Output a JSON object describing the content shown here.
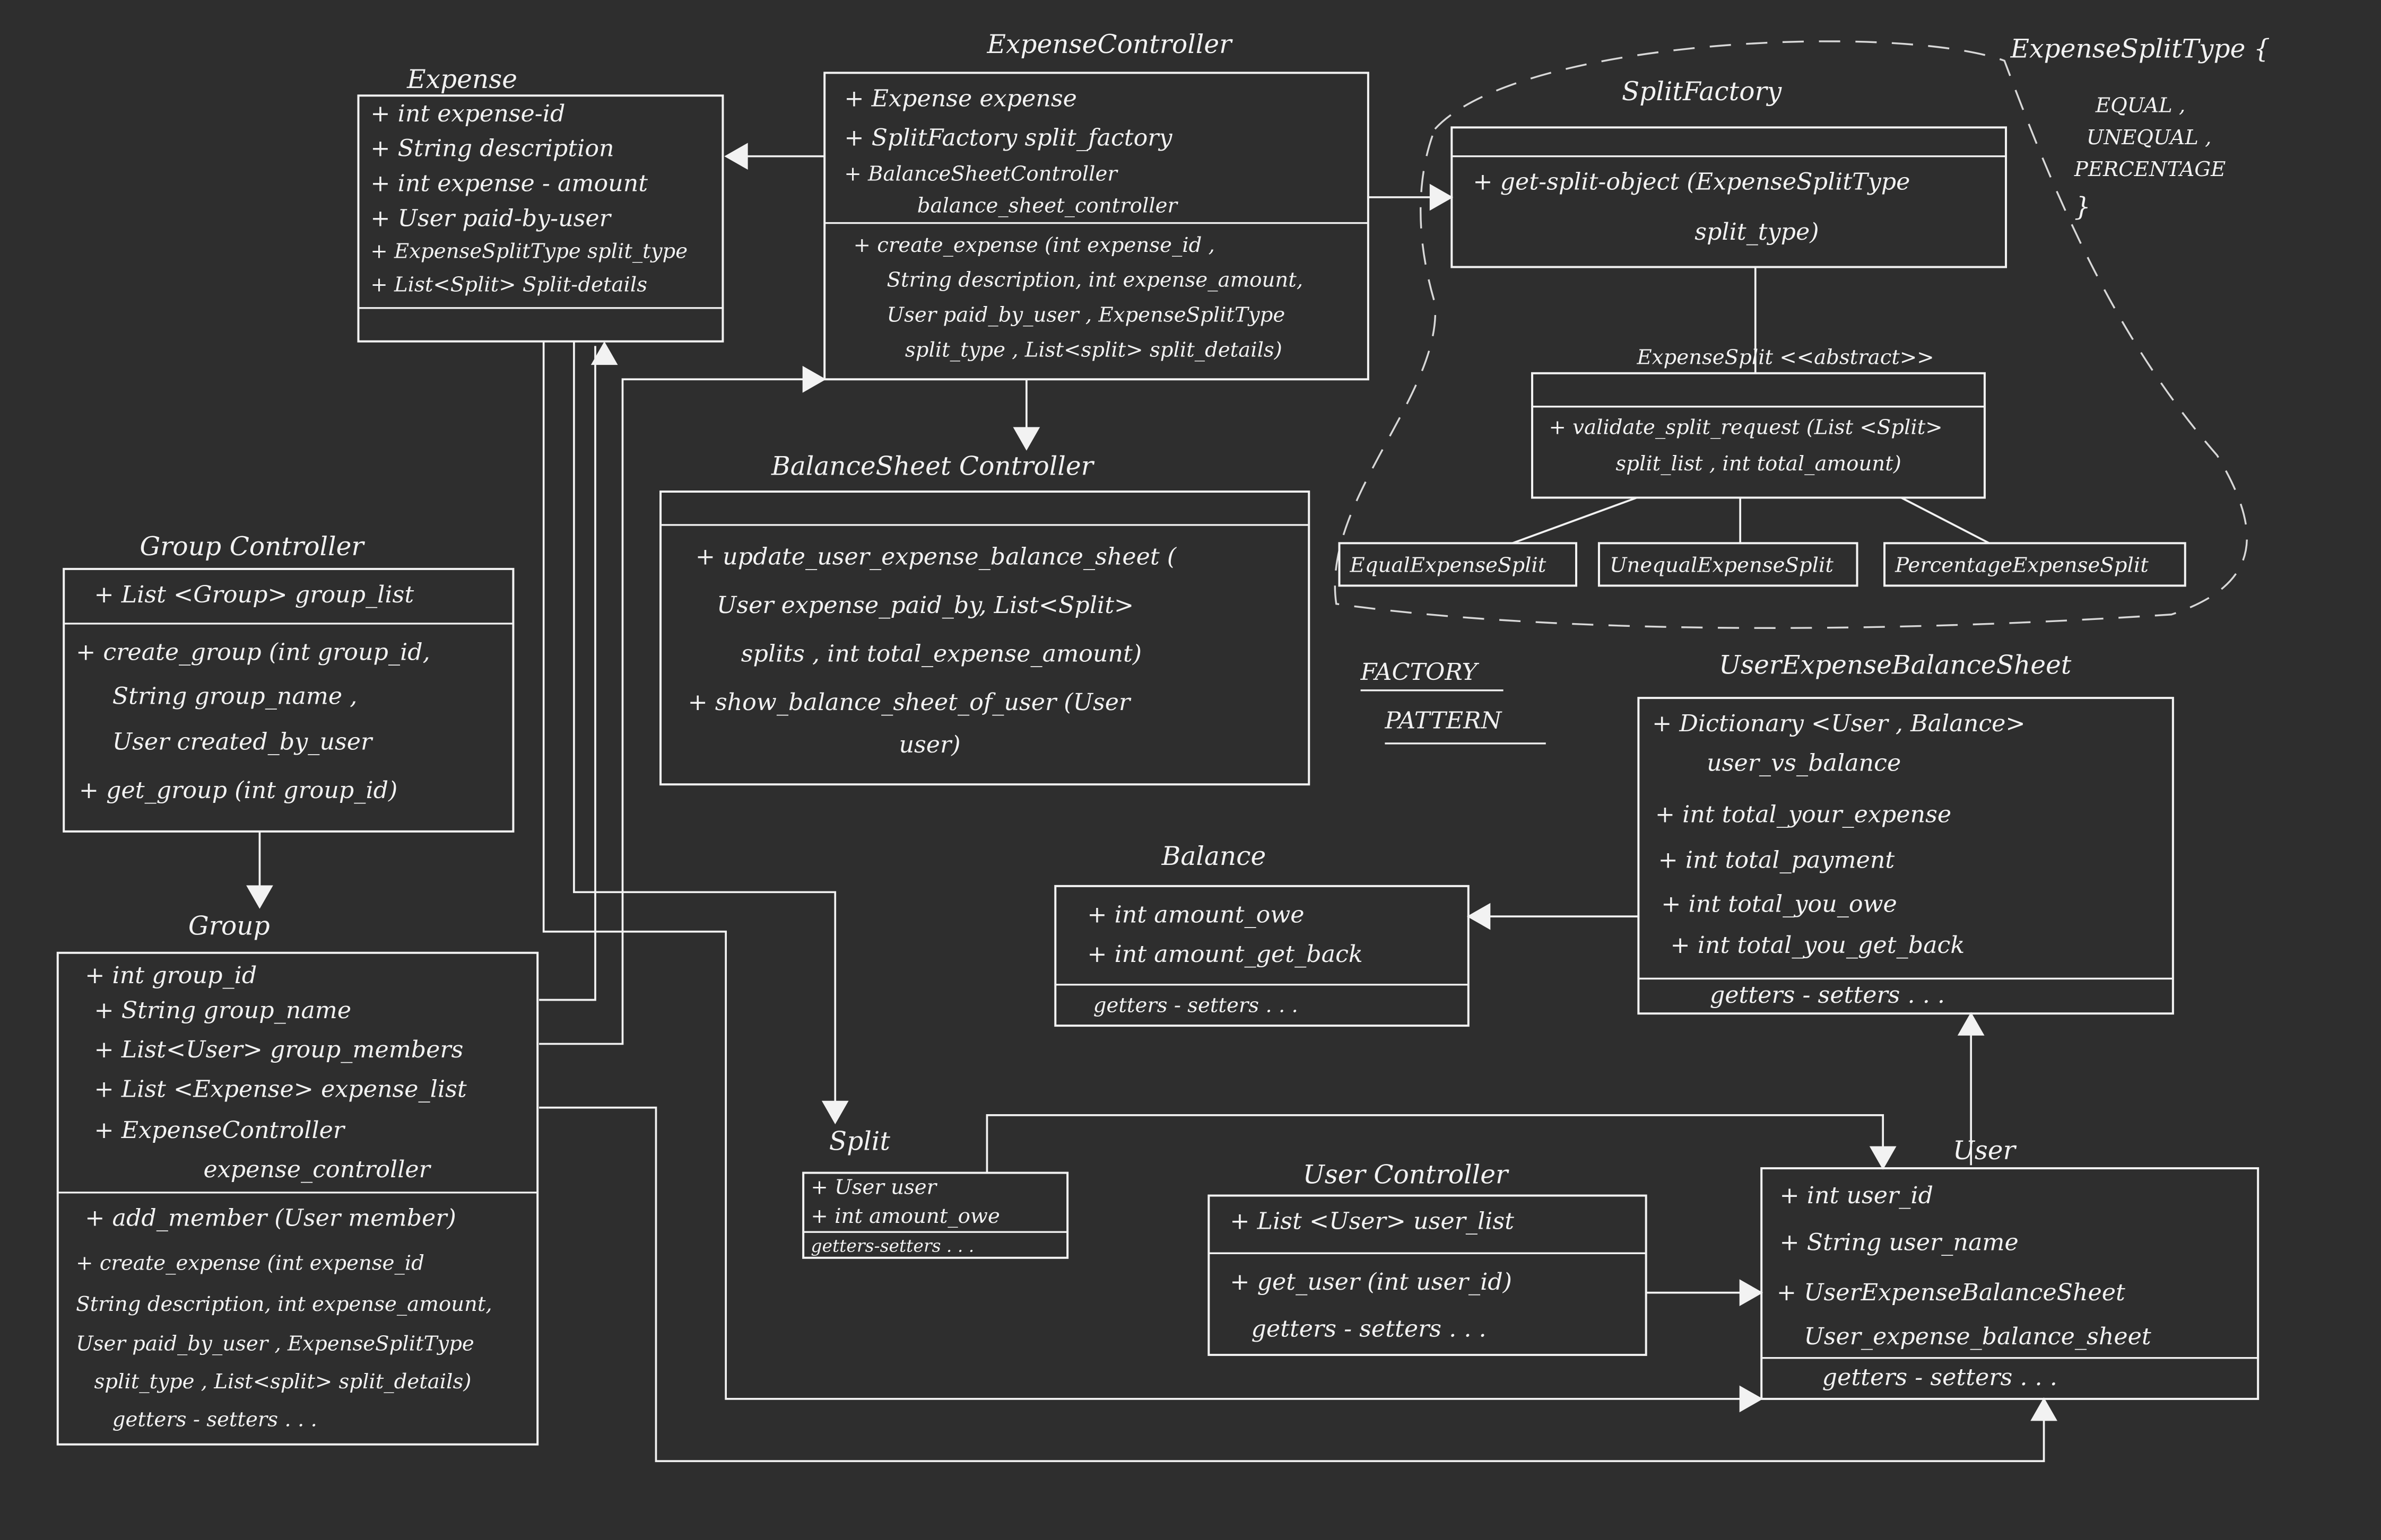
{
  "classes": {
    "expense": {
      "title": "Expense",
      "attributes": [
        "+ int expense-id",
        "+ String description",
        "+ int expense - amount",
        "+ User paid-by-user",
        "+ ExpenseSplitType split_type",
        "+ List<Split> Split-details"
      ],
      "methods": []
    },
    "expense_controller": {
      "title": "ExpenseController",
      "attributes": [
        "+ Expense expense",
        "+ SplitFactory split_factory",
        "+ BalanceSheetController",
        "balance_sheet_controller"
      ],
      "methods": [
        "+ create_expense (int expense_id ,",
        "String description, int expense_amount,",
        "User paid_by_user , ExpenseSplitType",
        "split_type , List<split> split_details)"
      ]
    },
    "split_factory": {
      "title": "SplitFactory",
      "attributes": [],
      "methods": [
        "+ get-split-object (ExpenseSplitType",
        "split_type)"
      ]
    },
    "expense_split_type": {
      "title": "ExpenseSplitType {",
      "values": [
        "EQUAL ,",
        "UNEQUAL ,",
        "PERCENTAGE"
      ],
      "close": "}"
    },
    "expense_split": {
      "title": "ExpenseSplit <<abstract>>",
      "methods": [
        "+ validate_split_request (List <Split>",
        "split_list , int total_amount)"
      ]
    },
    "equal_split": {
      "title": "EqualExpenseSplit"
    },
    "unequal_split": {
      "title": "UnequalExpenseSplit"
    },
    "percentage_split": {
      "title": "PercentageExpenseSplit"
    },
    "balance_sheet_controller": {
      "title": "BalanceSheet Controller",
      "methods": [
        "+ update_user_expense_balance_sheet (",
        "User expense_paid_by, List<Split>",
        "splits , int total_expense_amount)",
        "+ show_balance_sheet_of_user (User",
        "user)"
      ]
    },
    "group_controller": {
      "title": "Group Controller",
      "attributes": [
        "+ List <Group> group_list"
      ],
      "methods": [
        "+ create_group (int group_id,",
        "String group_name ,",
        "User created_by_user",
        "+ get_group (int group_id)"
      ]
    },
    "group": {
      "title": "Group",
      "attributes": [
        "+ int group_id",
        "+ String group_name",
        "+ List<User> group_members",
        "+ List <Expense> expense_list",
        "+ ExpenseController",
        "expense_controller"
      ],
      "methods": [
        "+ add_member (User member)",
        "+ create_expense (int expense_id",
        "String description, int expense_amount,",
        "User paid_by_user , ExpenseSplitType",
        "split_type , List<split> split_details)",
        "getters - setters . . ."
      ]
    },
    "split": {
      "title": "Split",
      "attributes": [
        "+ User user",
        "+ int amount_owe"
      ],
      "methods": [
        "getters-setters . . ."
      ]
    },
    "balance": {
      "title": "Balance",
      "attributes": [
        "+ int amount_owe",
        "+ int amount_get_back"
      ],
      "methods": [
        "getters - setters . . ."
      ]
    },
    "user_expense_balance_sheet": {
      "title": "UserExpenseBalanceSheet",
      "attributes": [
        "+ Dictionary <User , Balance>",
        "user_vs_balance",
        "+ int total_your_expense",
        "+ int total_payment",
        "+ int total_you_owe",
        "+ int total_you_get_back"
      ],
      "methods": [
        "getters - setters . . ."
      ]
    },
    "user_controller": {
      "title": "User Controller",
      "attributes": [
        "+ List <User> user_list"
      ],
      "methods": [
        "+ get_user (int user_id)",
        "getters - setters . . ."
      ]
    },
    "user": {
      "title": "User",
      "attributes": [
        "+ int user_id",
        "+ String user_name",
        "+ UserExpenseBalanceSheet",
        "User_expense_balance_sheet"
      ],
      "methods": [
        "getters - setters . . ."
      ]
    }
  },
  "annotations": {
    "factory_line1": "FACTORY",
    "factory_line2": "PATTERN"
  }
}
